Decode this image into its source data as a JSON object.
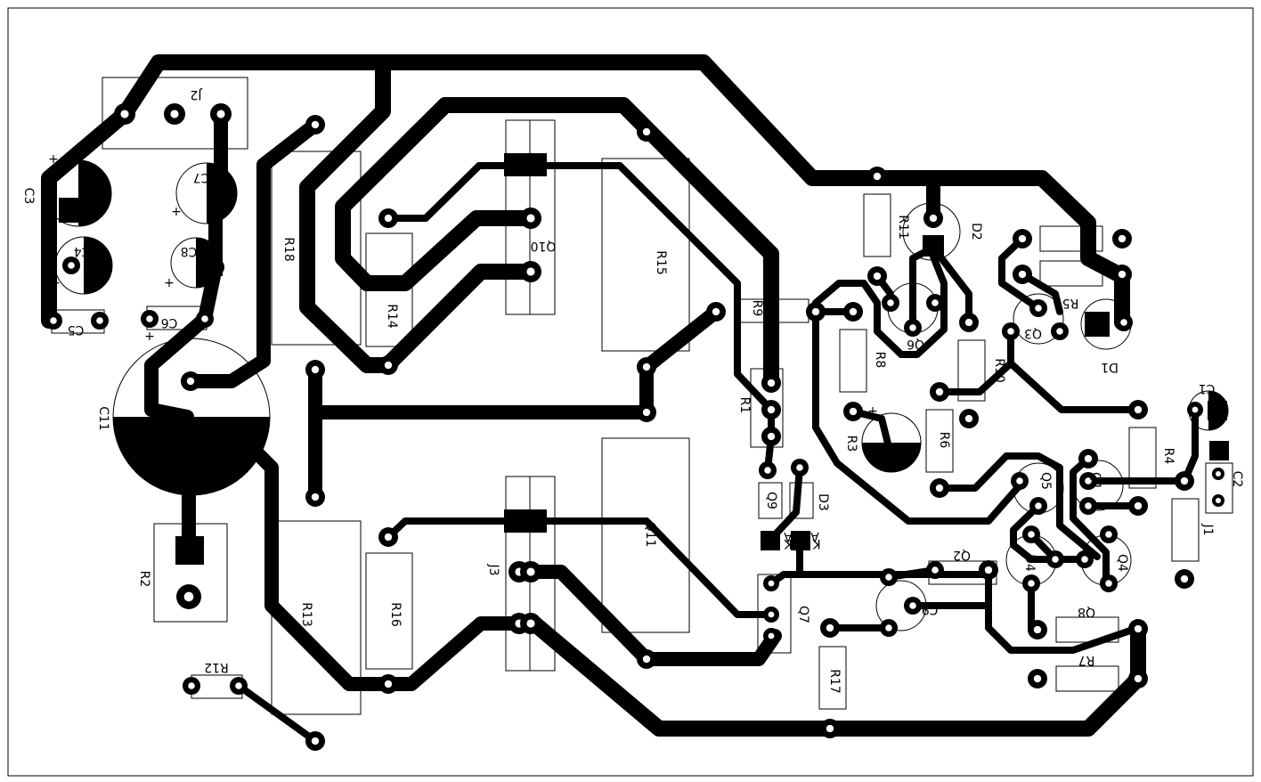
{
  "board": {
    "labels": [
      "J2",
      "C3",
      "C7",
      "C4",
      "C8",
      "C5",
      "C6",
      "R18",
      "R14",
      "Q10",
      "R15",
      "R9",
      "R11",
      "D2",
      "R5",
      "Q6",
      "Q3",
      "D1",
      "R8",
      "R10",
      "R3",
      "R6",
      "C1",
      "R4",
      "Q5",
      "Q1",
      "C11",
      "C2",
      "J1",
      "R1",
      "Q9",
      "D3",
      "D4",
      "Q4",
      "Q2",
      "C9",
      "Q7",
      "Q8",
      "R7",
      "R2",
      "J3",
      "Q11",
      "R16",
      "R13",
      "R17",
      "R12",
      "C10"
    ],
    "pin_marks": [
      "K",
      "A",
      "K",
      "A",
      "+",
      "+",
      "+",
      "+",
      "+",
      "+"
    ]
  },
  "colors": {
    "copper": "#000000",
    "background": "#ffffff",
    "silkscreen": "#000000"
  }
}
